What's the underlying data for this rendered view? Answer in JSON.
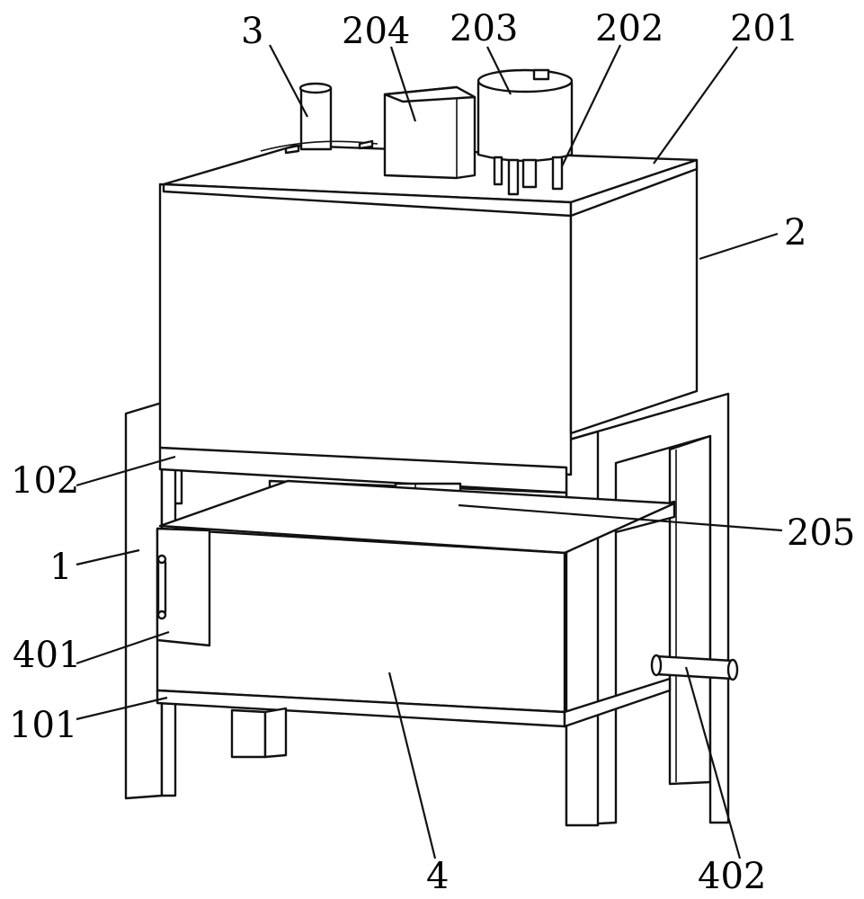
{
  "labels": {
    "l3": "3",
    "l204": "204",
    "l203": "203",
    "l202": "202",
    "l201": "201",
    "l2": "2",
    "l102": "102",
    "l205": "205",
    "l1": "1",
    "l401": "401",
    "l101": "101",
    "l4": "4",
    "l402": "402"
  },
  "colors": {
    "line": "#111111",
    "background": "#ffffff"
  }
}
